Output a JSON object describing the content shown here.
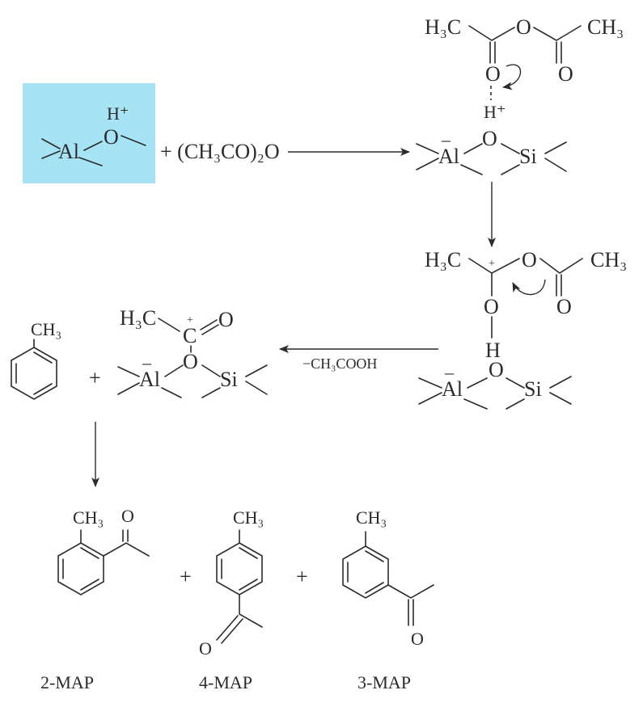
{
  "colors": {
    "ink": "#2b2b2b",
    "highlight": "#a6e4f5",
    "background": "#ffffff"
  },
  "labels": {
    "h3c": "H₃C",
    "ch3": "CH₃",
    "o": "O",
    "h": "H",
    "hplus": "H⁺",
    "al": "Al",
    "si": "Si",
    "c": "C",
    "plus": "+",
    "charge_plus": "+",
    "charge_minus": "–"
  },
  "reagent": {
    "text": "+ (CH₃CO)₂O"
  },
  "elimination": {
    "text": "−CH₃COOH"
  },
  "products": [
    {
      "name": "2-MAP"
    },
    {
      "name": "4-MAP"
    },
    {
      "name": "3-MAP"
    }
  ]
}
